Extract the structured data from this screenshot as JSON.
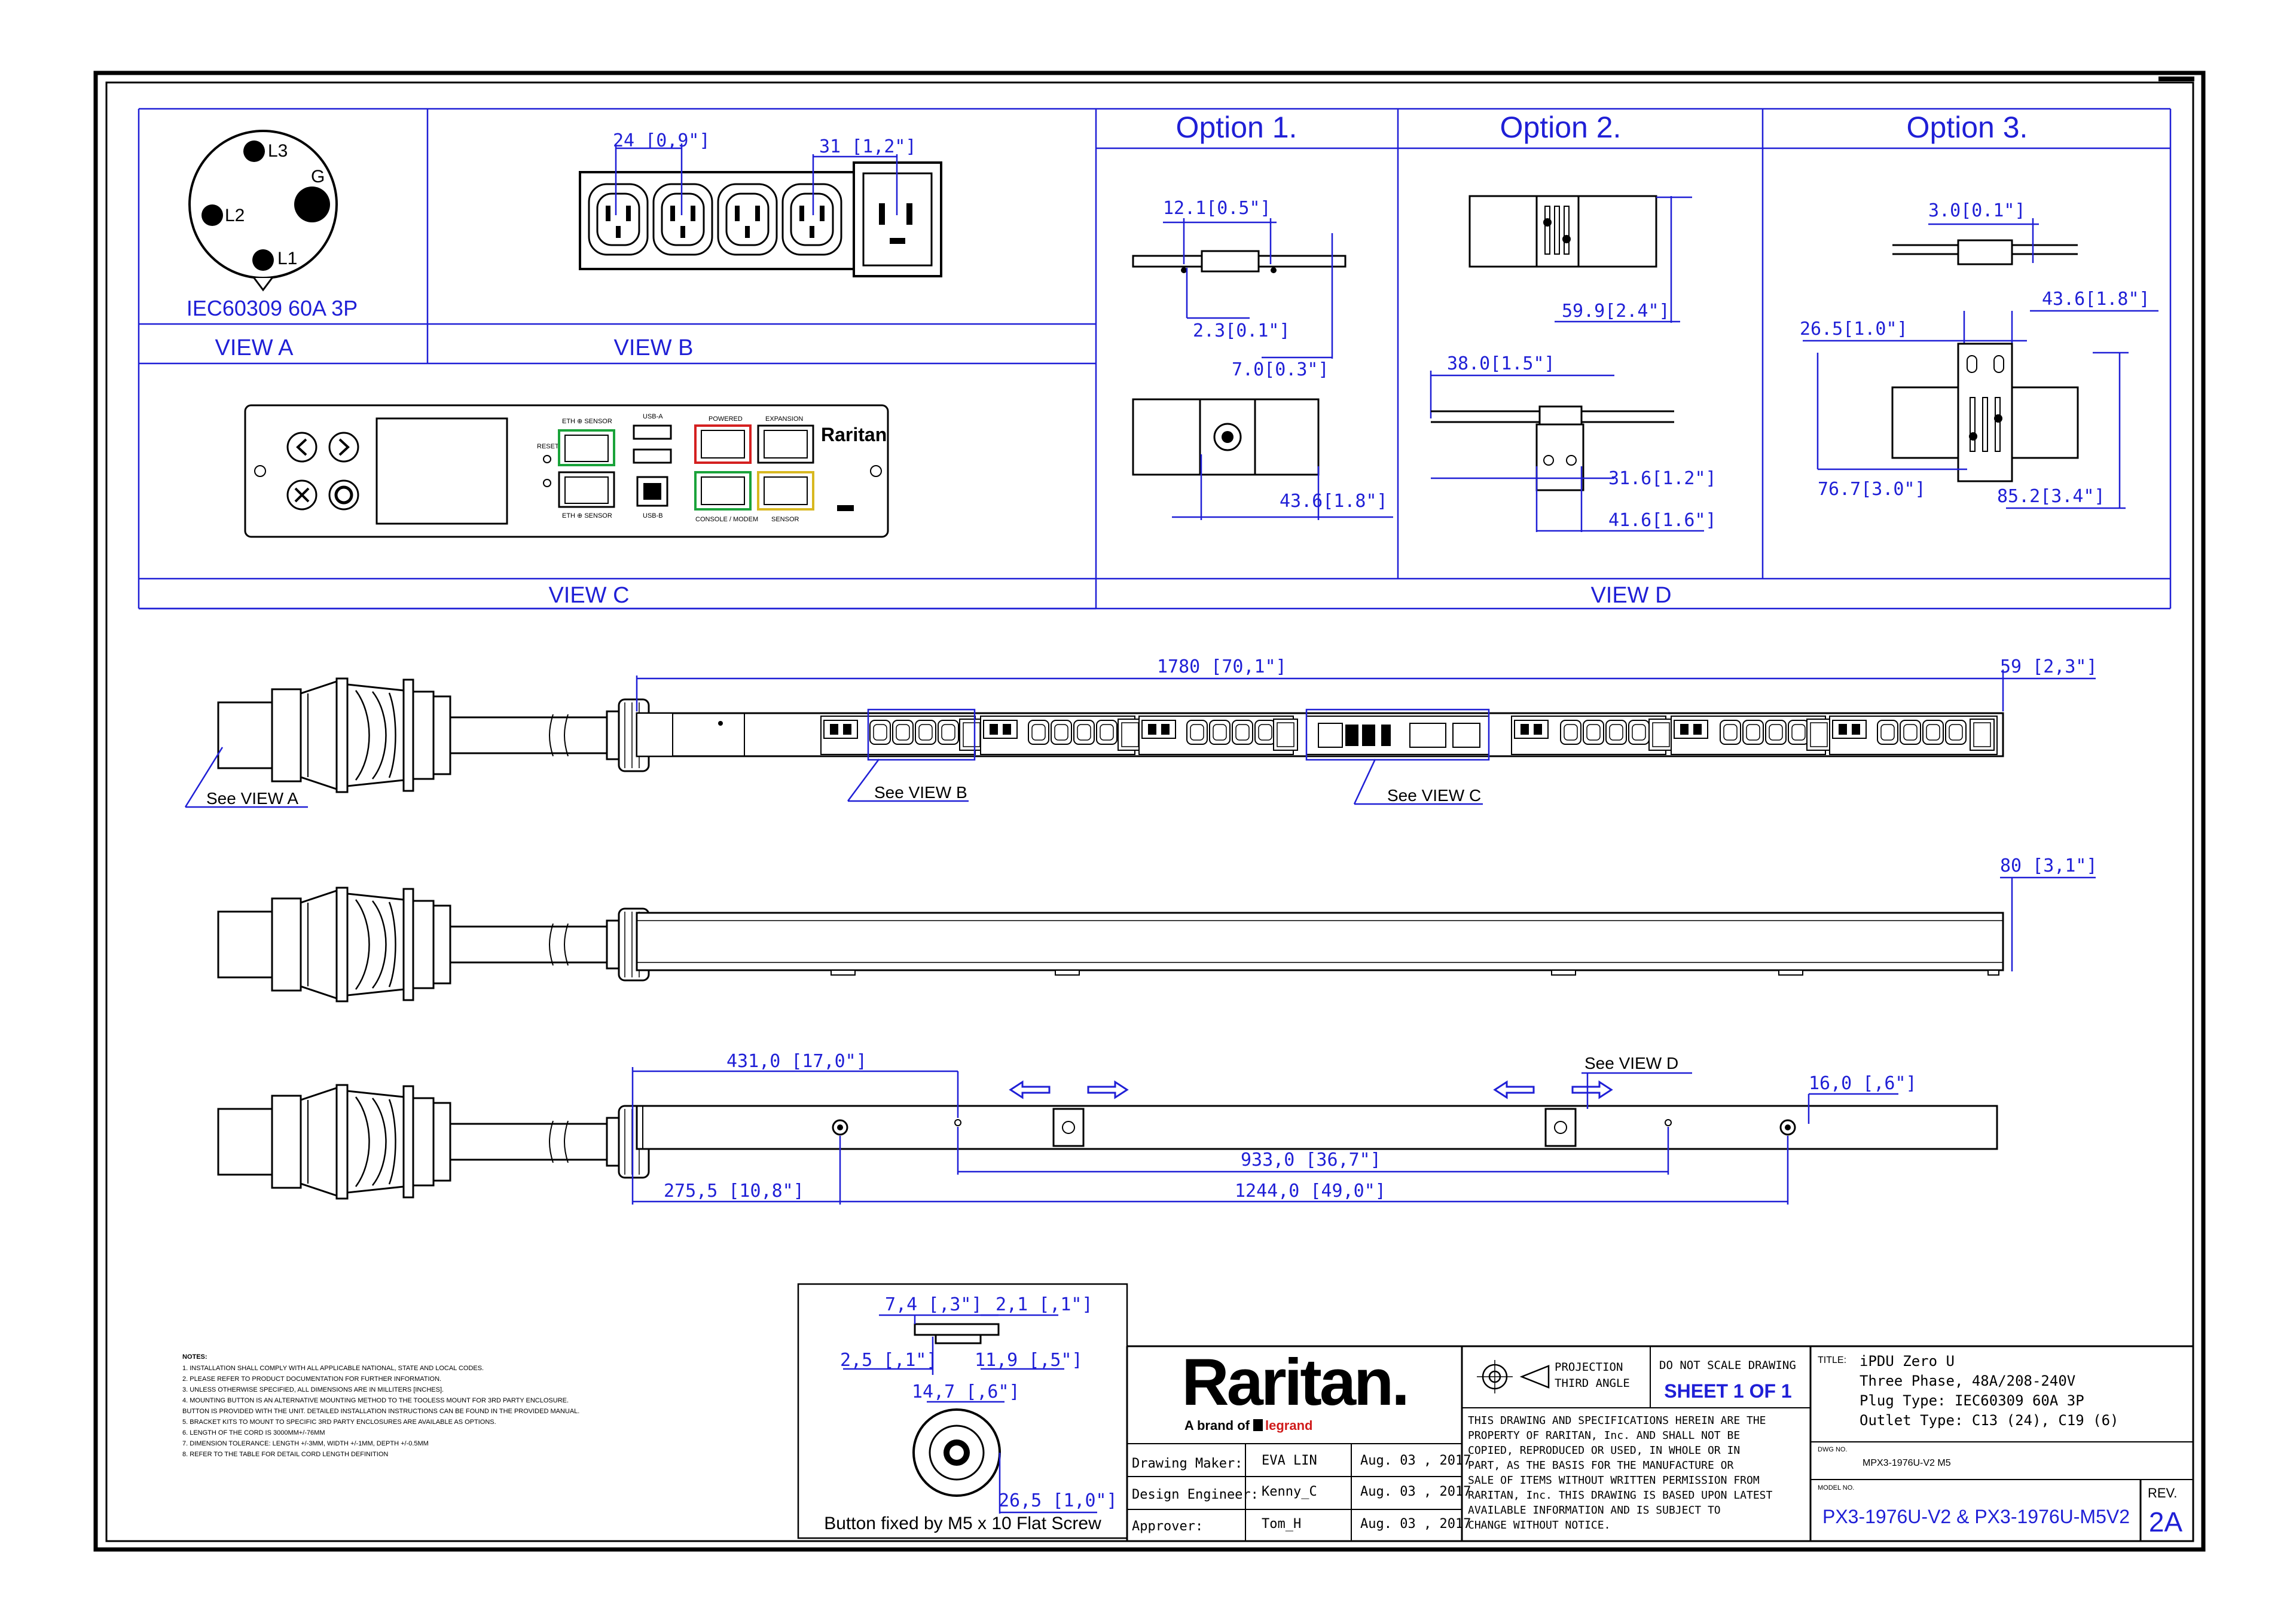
{
  "views": {
    "view_a": "VIEW A",
    "view_b": "VIEW B",
    "view_c": "VIEW C",
    "view_d": "VIEW D",
    "plug_name": "IEC60309 60A 3P",
    "pins": {
      "l1": "L1",
      "l2": "L2",
      "l3": "L3",
      "g": "G"
    }
  },
  "options": {
    "opt1": "Option 1.",
    "opt2": "Option 2.",
    "opt3": "Option 3."
  },
  "controller": {
    "brand": "Raritan",
    "ports": [
      "ETH ⊕ SENSOR",
      "USB-A",
      "POWERED",
      "EXPANSION",
      "ETH ⊕ SENSOR",
      "USB-B",
      "CONSOLE / MODEM",
      "SENSOR"
    ],
    "reset": "RESET"
  },
  "dims": {
    "b_pitch": "24 [0,9\"]",
    "b_c19": "31 [1,2\"]",
    "o1_w": "12.1[0.5\"]",
    "o1_t": "2.3[0.1\"]",
    "o1_h": "7.0[0.3\"]",
    "o1_d": "43.6[1.8\"]",
    "o2_h": "59.9[2.4\"]",
    "o2_w": "38.0[1.5\"]",
    "o2_a": "31.6[1.2\"]",
    "o2_b": "41.6[1.6\"]",
    "o3_t": "3.0[0.1\"]",
    "o3_d": "43.6[1.8\"]",
    "o3_w": "26.5[1.0\"]",
    "o3_a": "76.7[3.0\"]",
    "o3_b": "85.2[3.4\"]",
    "len": "1780  [70,1\"]",
    "depth": "59  [2,3\"]",
    "width": "80  [3,1\"]",
    "d431": "431,0  [17,0\"]",
    "d16": "16,0  [,6\"]",
    "d933": "933,0  [36,7\"]",
    "d275": "275,5  [10,8\"]",
    "d1244": "1244,0  [49,0\"]",
    "btn_74": "7,4  [,3\"]",
    "btn_21": "2,1  [,1\"]",
    "btn_25": "2,5  [,1\"]",
    "btn_119": "11,9  [,5\"]",
    "btn_147": "14,7  [,6\"]",
    "btn_265": "26,5  [1,0\"]"
  },
  "callouts": {
    "see_a": "See VIEW A",
    "see_b": "See VIEW B",
    "see_c": "See VIEW C",
    "see_d": "See VIEW D",
    "button": "Button fixed by M5 x 10 Flat Screw"
  },
  "notes": {
    "heading": "NOTES:",
    "items": [
      "1. INSTALLATION SHALL COMPLY WITH ALL APPLICABLE NATIONAL, STATE AND LOCAL CODES.",
      "2. PLEASE REFER TO PRODUCT DOCUMENTATION FOR FURTHER INFORMATION.",
      "3. UNLESS OTHERWISE SPECIFIED, ALL DIMENSIONS ARE IN MILLITERS [INCHES].",
      "4. MOUNTING BUTTON IS AN ALTERNATIVE MOUNTING METHOD TO THE TOOLESS MOUNT FOR 3RD PARTY ENCLOSURE.",
      "   BUTTON IS PROVIDED WITH THE UNIT. DETAILED INSTALLATION INSTRUCTIONS CAN BE FOUND IN THE PROVIDED MANUAL.",
      "5. BRACKET KITS TO MOUNT TO SPECIFIC 3RD PARTY ENCLOSURES ARE AVAILABLE AS OPTIONS.",
      "6. LENGTH OF THE CORD IS 3000MM+/-76MM",
      "7. DIMENSION TOLERANCE: LENGTH +/-3MM, WIDTH +/-1MM, DEPTH +/-0.5MM",
      "8. REFER TO THE TABLE FOR DETAIL CORD LENGTH DEFINITION"
    ]
  },
  "title_block": {
    "logo": "Raritan.",
    "tagline": "A brand of",
    "tagline_brand": "legrand",
    "rows": [
      {
        "role": "Drawing Maker:",
        "name": "EVA LIN",
        "date": "Aug. 03 , 2017"
      },
      {
        "role": "Design Engineer:",
        "name": "Kenny_C",
        "date": "Aug. 03 , 2017"
      },
      {
        "role": "Approver:",
        "name": "Tom_H",
        "date": "Aug. 03 , 2017"
      }
    ],
    "projection_1": "PROJECTION",
    "projection_2": "THIRD ANGLE",
    "no_scale": "DO NOT SCALE DRAWING",
    "sheet": "SHEET 1 OF 1",
    "disclaimer": [
      "THIS DRAWING AND SPECIFICATIONS HEREIN ARE THE",
      "PROPERTY OF RARITAN, Inc. AND SHALL NOT BE",
      "COPIED, REPRODUCED OR USED, IN WHOLE OR IN",
      "PART, AS THE BASIS FOR THE MANUFACTURE OR",
      "SALE OF ITEMS WITHOUT WRITTEN PERMISSION FROM",
      "RARITAN, Inc. THIS DRAWING IS BASED UPON LATEST",
      "AVAILABLE INFORMATION AND IS SUBJECT TO",
      "CHANGE WITHOUT NOTICE."
    ],
    "title_label": "TITLE:",
    "title_lines": [
      "iPDU Zero U",
      "Three Phase, 48A/208-240V",
      "Plug Type: IEC60309 60A 3P",
      "Outlet Type: C13 (24), C19 (6)"
    ],
    "dwg_label": "DWG NO.",
    "dwg_no": "MPX3-1976U-V2 M5",
    "model_label": "MODEL NO.",
    "model_no": "PX3-1976U-V2 & PX3-1976U-M5V2",
    "rev_label": "REV.",
    "rev": "2A"
  }
}
